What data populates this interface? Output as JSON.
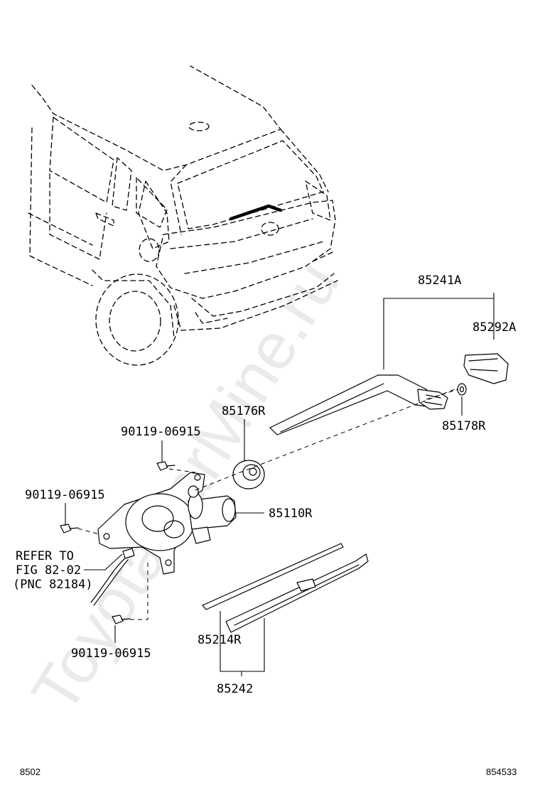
{
  "watermark": "ToyotaCarMine.ru",
  "parts": {
    "p85241A": "85241A",
    "p85292A": "85292A",
    "p85178R": "85178R",
    "p85176R": "85176R",
    "p90119_a": "90119-06915",
    "p90119_b": "90119-06915",
    "p85110R": "85110R",
    "p90119_c": "90119-06915",
    "p85214R": "85214R",
    "p85242": "85242"
  },
  "refer": {
    "line1": "REFER TO",
    "line2": "FIG 82-02",
    "line3": "(PNC 82184)"
  },
  "footer": {
    "left_code": "8502",
    "right_code": "854533"
  }
}
